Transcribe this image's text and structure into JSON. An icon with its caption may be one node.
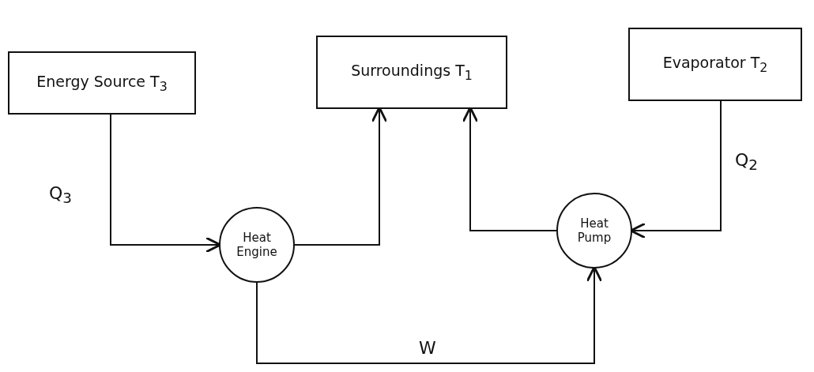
{
  "diagram": {
    "nodes": [
      {
        "text": [
          "Energy Source T$_{3}$"
        ]
      },
      {
        "text": [
          "Surroundings T$_{1}$"
        ]
      },
      {
        "text": [
          "Evaporator T$_{2}$"
        ]
      },
      {
        "text": [
          "Heat Engine"
        ]
      },
      {
        "text": [
          "Heat Pump"
        ]
      }
    ],
    "edges": [
      {
        "from": 0,
        "to": 3,
        "arrow": "to",
        "label": "Q$_{3}$"
      },
      {
        "from": 3,
        "to": 1,
        "arrow": "to"
      },
      {
        "from": 3,
        "to": 4,
        "arrow": "to",
        "label": "W"
      },
      {
        "from": 4,
        "to": 1,
        "arrow": "to"
      },
      {
        "from": 2,
        "to": 4,
        "arrow": "to",
        "label": "Q$_{2}$"
      }
    ]
  }
}
